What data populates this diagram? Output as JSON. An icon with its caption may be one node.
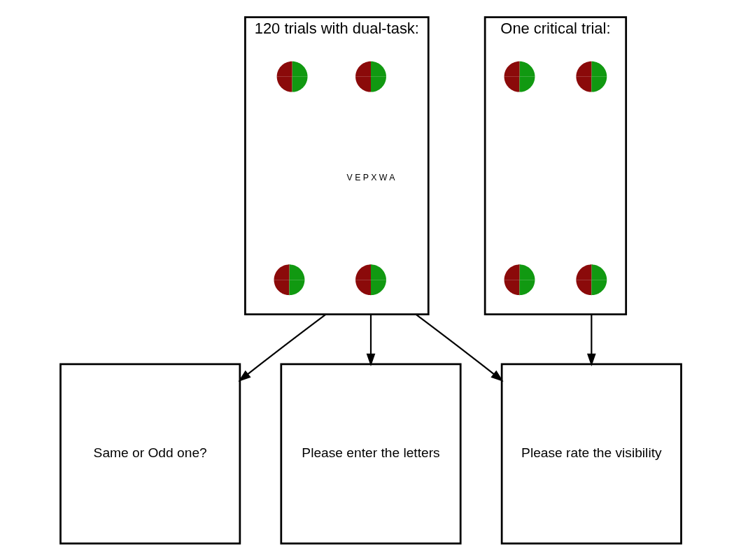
{
  "diagram": {
    "nodes": [
      {
        "text": [
          "120 trials with dual-task:",
          "V E P X W A"
        ]
      },
      {
        "text": [
          "One critical trial:"
        ]
      },
      {
        "text": [
          "Same or Odd one?"
        ]
      },
      {
        "text": [
          "Please enter the letters"
        ]
      },
      {
        "text": [
          "Please rate the visibility"
        ]
      },
      {
        "text": [],
        "shape": "circle",
        "in": 0
      },
      {
        "text": [],
        "shape": "circle",
        "in": 0
      },
      {
        "text": [],
        "shape": "circle",
        "in": 0
      },
      {
        "text": [],
        "shape": "circle",
        "in": 0
      },
      {
        "text": [],
        "shape": "circle",
        "in": 1
      },
      {
        "text": [],
        "shape": "circle",
        "in": 1
      },
      {
        "text": [],
        "shape": "circle",
        "in": 1
      },
      {
        "text": [],
        "shape": "circle",
        "in": 1
      }
    ],
    "edges": [
      {
        "from": 0,
        "to": 2,
        "arrow": "to"
      },
      {
        "from": 0,
        "to": 3,
        "arrow": "to"
      },
      {
        "from": 0,
        "to": 4,
        "arrow": "to"
      },
      {
        "from": 1,
        "to": 4,
        "arrow": "to"
      }
    ]
  }
}
